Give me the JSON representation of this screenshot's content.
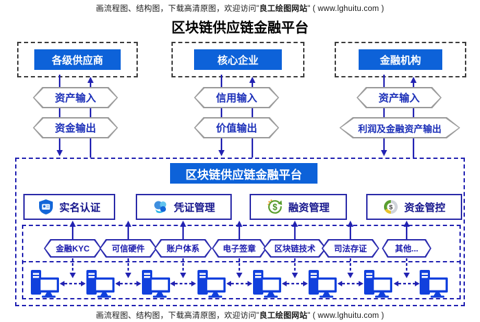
{
  "header": {
    "text_before_brand": "画流程图、结构图，下载高清原图，欢迎访问\"",
    "brand": "良工绘图网站",
    "text_after_brand": "\" ( www.lghuitu.com )"
  },
  "footer": {
    "text_before_brand": "画流程图、结构图，下载高清原图，欢迎访问\"",
    "brand": "良工绘图网站",
    "text_after_brand": "\" ( www.lghuitu.com )"
  },
  "title": "区块链供应链金融平台",
  "actors": [
    {
      "title": "各级供应商",
      "flows": {
        "input": "资产输入",
        "output": "资金输出"
      }
    },
    {
      "title": "核心企业",
      "flows": {
        "input": "信用输入",
        "output": "价值输出"
      }
    },
    {
      "title": "金融机构",
      "flows": {
        "input": "资产输入",
        "output": "利润及金融资产输出"
      }
    }
  ],
  "platform": {
    "title": "区块链供应链金融平台",
    "services": [
      {
        "label": "实名认证",
        "icon": "shield-id-icon"
      },
      {
        "label": "凭证管理",
        "icon": "voucher-cloud-icon"
      },
      {
        "label": "融资管理",
        "icon": "financing-dollar-icon"
      },
      {
        "label": "资金管控",
        "icon": "funds-pie-icon"
      }
    ],
    "capabilities": [
      {
        "label": "金融KYC"
      },
      {
        "label": "可信硬件"
      },
      {
        "label": "账户体系"
      },
      {
        "label": "电子签章"
      },
      {
        "label": "区块链技术"
      },
      {
        "label": "司法存证"
      },
      {
        "label": "其他..."
      }
    ],
    "network_nodes": 8
  },
  "colors": {
    "primary_blue": "#0d62d9",
    "line_navy": "#2222b2",
    "service_text_navy": "#14148c",
    "financing_green": "#5a9e2f",
    "accent_orange": "#f59a23",
    "pie_yellow": "#e8c32a"
  }
}
